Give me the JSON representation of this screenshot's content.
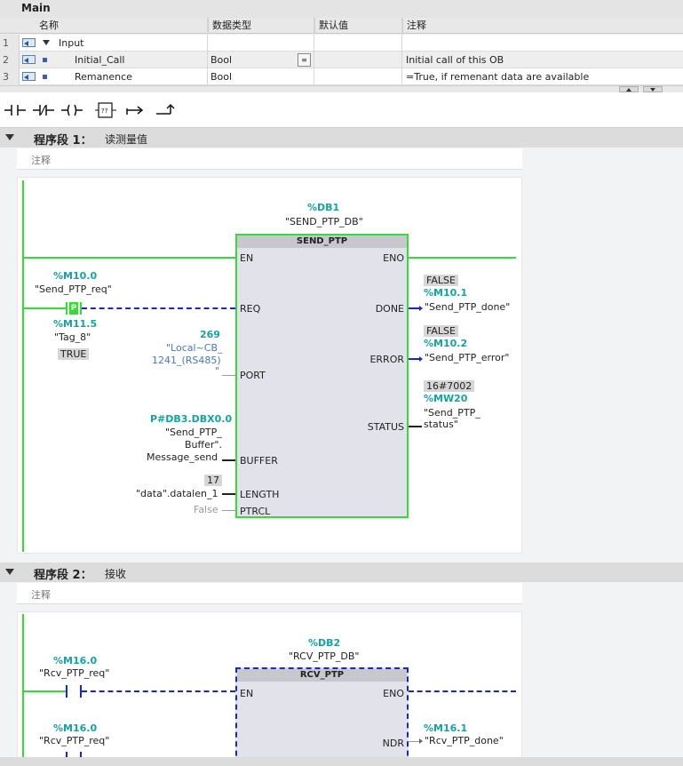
{
  "interface": {
    "title": "Main",
    "headers": [
      "名称",
      "数据类型",
      "默认值",
      "注释"
    ],
    "rows": [
      {
        "num": "1",
        "name": "Input",
        "type": "",
        "default": "",
        "comment": ""
      },
      {
        "num": "2",
        "name": "Initial_Call",
        "type": "Bool",
        "default": "",
        "comment": "Initial call of this OB"
      },
      {
        "num": "3",
        "name": "Remanence",
        "type": "Bool",
        "default": "",
        "comment": "=True, if remenant data are available"
      }
    ]
  },
  "toolbar": {
    "items": [
      "normally-open-contact",
      "normally-closed-contact",
      "assignment-coil",
      "empty-box",
      "open-branch",
      "close-branch"
    ]
  },
  "networks": [
    {
      "label": "程序段 1：",
      "title": "读测量值",
      "comment": "注释",
      "db_addr": "%DB1",
      "db_name": "\"SEND_PTP_DB\"",
      "block": "SEND_PTP",
      "pins_in": [
        "EN",
        "REQ",
        "PORT",
        "BUFFER",
        "LENGTH",
        "PTRCL"
      ],
      "pins_out": [
        "ENO",
        "DONE",
        "ERROR",
        "STATUS"
      ],
      "req_addr": "%M10.0",
      "req_name": "\"Send_PTP_req\"",
      "req_contact": "P",
      "edge_addr": "%M11.5",
      "edge_name": "\"Tag_8\"",
      "edge_val": "TRUE",
      "port_val": "269",
      "port_name_1": "\"Local~CB_",
      "port_name_2": "1241_(RS485)",
      "port_name_3": "\"",
      "buffer_addr": "P#DB3.DBX0.0",
      "buffer_name_1": "\"Send_PTP_",
      "buffer_name_2": "Buffer\".",
      "buffer_name_3": "Message_send",
      "length_val": "17",
      "length_name": "\"data\".datalen_1",
      "ptrcl_val": "False",
      "done_val": "FALSE",
      "done_addr": "%M10.1",
      "done_name": "\"Send_PTP_done\"",
      "error_val": "FALSE",
      "error_addr": "%M10.2",
      "error_name": "\"Send_PTP_error\"",
      "status_val": "16#7002",
      "status_addr": "%MW20",
      "status_name_1": "\"Send_PTP_",
      "status_name_2": "status\""
    },
    {
      "label": "程序段 2：",
      "title": "接收",
      "comment": "注释",
      "db_addr": "%DB2",
      "db_name": "\"RCV_PTP_DB\"",
      "block": "RCV_PTP",
      "pins_in": [
        "EN"
      ],
      "pins_out": [
        "ENO",
        "NDR"
      ],
      "en_addr": "%M16.0",
      "en_name": "\"Rcv_PTP_req\"",
      "en2_addr": "%M16.0",
      "en2_name": "\"Rcv_PTP_req\"",
      "ndr_addr": "%M16.1",
      "ndr_name": "\"Rcv_PTP_done\""
    }
  ],
  "colors": {
    "energized": "#33dd33",
    "de_energized": "#1a27c8",
    "address": "#16a2a2"
  }
}
